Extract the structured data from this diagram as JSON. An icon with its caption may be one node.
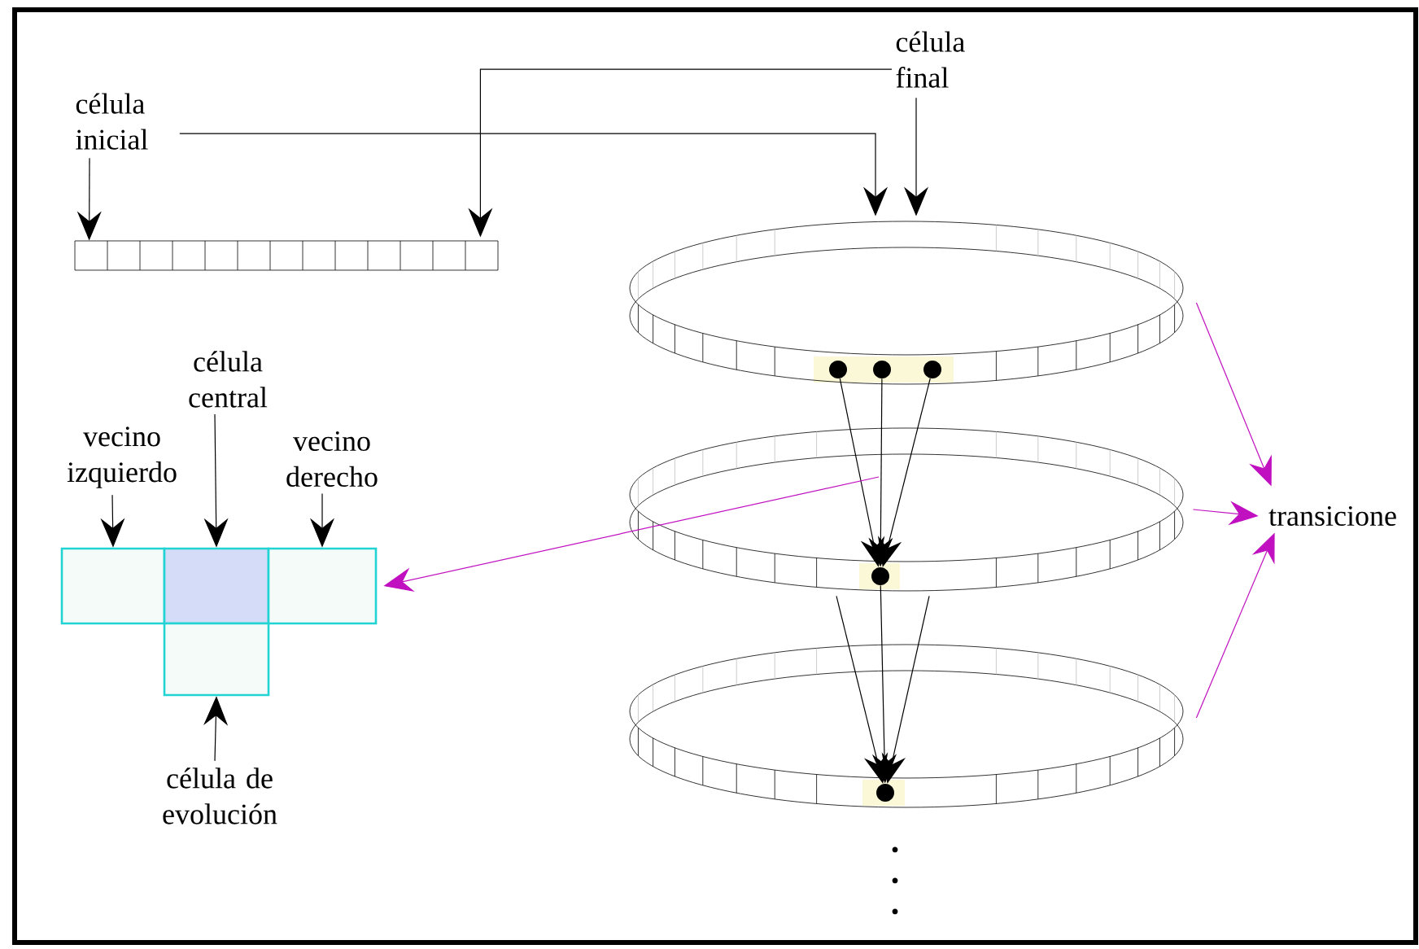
{
  "diagram": {
    "nodes": [
      {
        "text": [
          "célula final"
        ]
      },
      {
        "text": [
          "célula inicial"
        ]
      },
      {
        "text": [],
        "shape": "bar"
      },
      {
        "text": [],
        "shape": "ring"
      },
      {
        "text": [],
        "shape": "circle",
        "in": 3
      },
      {
        "text": [],
        "shape": "circle",
        "in": 3
      },
      {
        "text": [],
        "shape": "circle",
        "in": 3
      },
      {
        "text": [
          "célula central"
        ]
      },
      {
        "text": [
          "vecino izquierdo"
        ]
      },
      {
        "text": [
          "vecino derecho"
        ]
      },
      {
        "text": [],
        "shape": "ring"
      },
      {
        "text": [],
        "shape": "circle",
        "in": 10
      },
      {
        "text": [
          "transicione"
        ]
      },
      {
        "text": [],
        "shape": "box"
      },
      {
        "text": [],
        "shape": "box"
      },
      {
        "text": [],
        "shape": "box"
      },
      {
        "text": [],
        "shape": "box"
      },
      {
        "text": [
          "célula de evolución"
        ]
      },
      {
        "text": [],
        "shape": "ring"
      },
      {
        "text": [],
        "shape": "circle",
        "in": 18
      }
    ],
    "edges": [
      {
        "from": 1,
        "to": 2,
        "arrow": "to"
      },
      {
        "from": 1,
        "to": 3,
        "arrow": "to"
      },
      {
        "from": 0,
        "to": 2,
        "arrow": "to"
      },
      {
        "from": 0,
        "to": 3,
        "arrow": "to"
      },
      {
        "from": 4,
        "to": 11,
        "arrow": "to"
      },
      {
        "from": 5,
        "to": 11,
        "arrow": "to"
      },
      {
        "from": 6,
        "to": 11,
        "arrow": "to"
      },
      {
        "from": 10,
        "to": 19,
        "arrow": "to"
      },
      {
        "from": 11,
        "to": 19,
        "arrow": "to"
      },
      {
        "from": 10,
        "to": 19,
        "arrow": "to"
      },
      {
        "from": 3,
        "to": 12,
        "arrow": "to",
        "color": "#c010c0"
      },
      {
        "from": 10,
        "to": 12,
        "arrow": "to",
        "color": "#c010c0"
      },
      {
        "from": 18,
        "to": 12,
        "arrow": "to",
        "color": "#c010c0"
      },
      {
        "from": 10,
        "to": 15,
        "arrow": "to",
        "color": "#c010c0"
      },
      {
        "from": 8,
        "to": 13,
        "arrow": "to"
      },
      {
        "from": 7,
        "to": 14,
        "arrow": "to"
      },
      {
        "from": 9,
        "to": 15,
        "arrow": "to"
      },
      {
        "from": 17,
        "to": 16,
        "arrow": "to"
      }
    ]
  }
}
